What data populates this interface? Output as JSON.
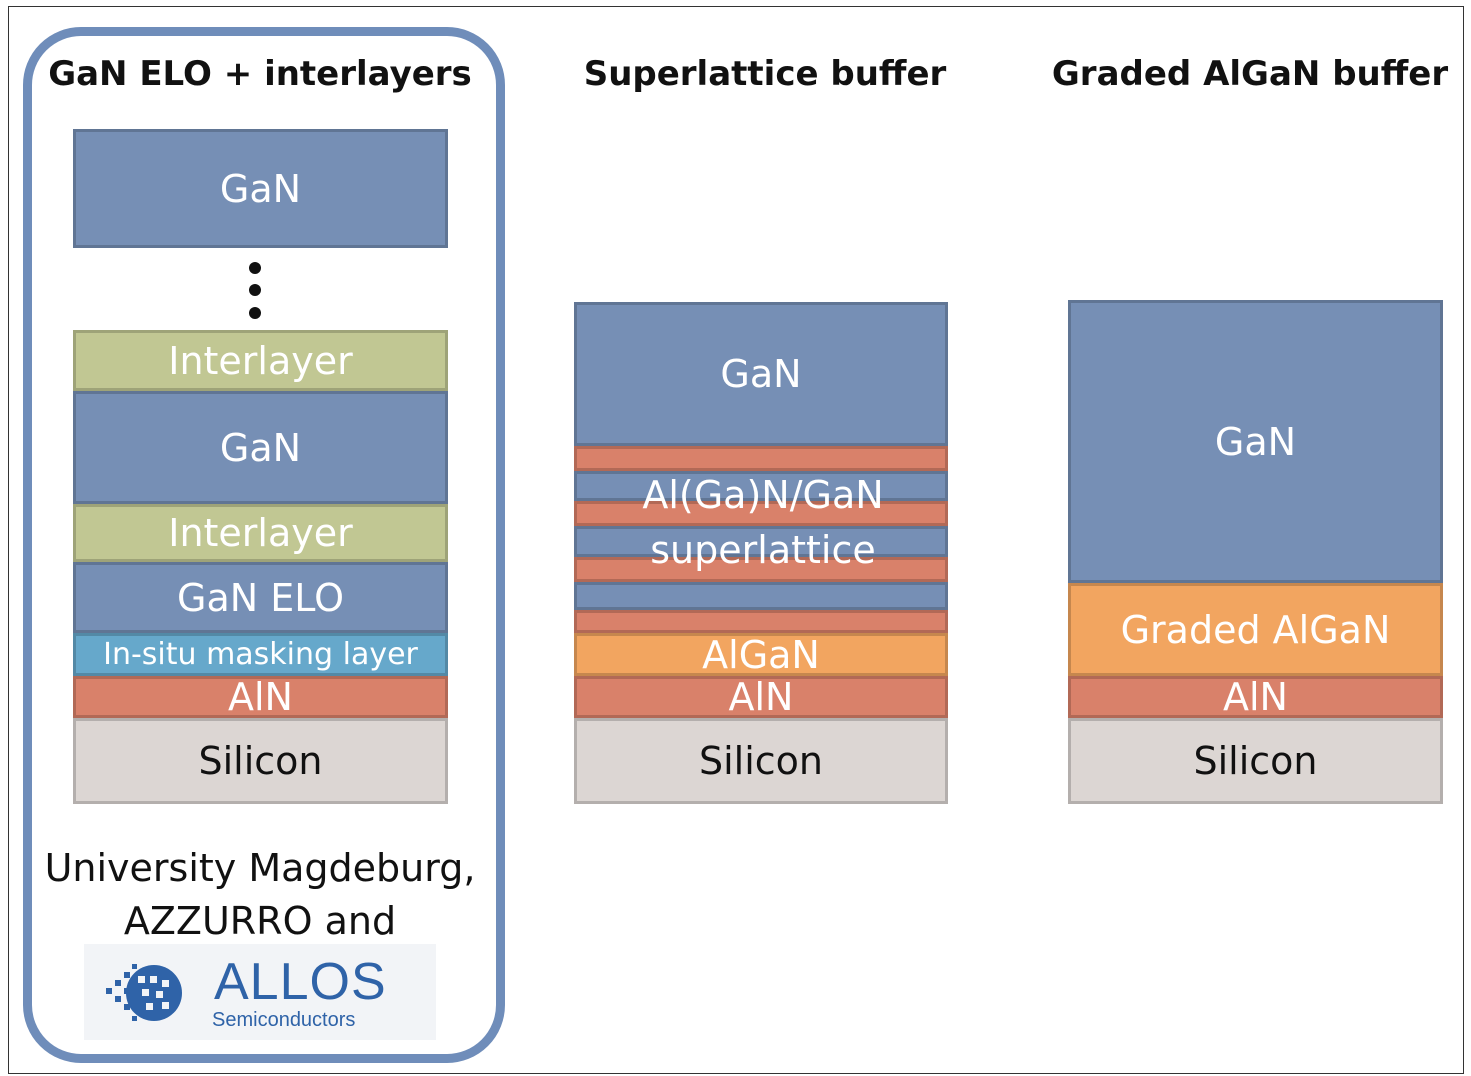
{
  "columns": [
    {
      "title": "GaN ELO + interlayers",
      "layers": {
        "gan_top": "GaN",
        "interlayer_1": "Interlayer",
        "gan_mid": "GaN",
        "interlayer_2": "Interlayer",
        "gan_elo": "GaN ELO",
        "masking": "In-situ masking layer",
        "aln": "AlN",
        "silicon": "Silicon"
      },
      "footer": {
        "line1": "University Magdeburg,",
        "line2": "AZZURRO and"
      },
      "logo": {
        "word": "ALLOS",
        "sub": "Semiconductors"
      }
    },
    {
      "title": "Superlattice buffer",
      "layers": {
        "gan": "GaN",
        "superlattice_line1": "Al(Ga)N/GaN",
        "superlattice_line2": "superlattice",
        "algan": "AlGaN",
        "aln": "AlN",
        "silicon": "Silicon"
      }
    },
    {
      "title": "Graded AlGaN buffer",
      "layers": {
        "gan": "GaN",
        "graded_algan": "Graded AlGaN",
        "aln": "AlN",
        "silicon": "Silicon"
      }
    }
  ],
  "colors": {
    "gan": "#768fb5",
    "aln": "#d9816a",
    "algan": "#f2a560",
    "interlayer": "#c1c793",
    "masking": "#66a8cb",
    "silicon": "#dcd6d3",
    "highlight_border": "#6f8dba",
    "logo_blue": "#2f63a8"
  },
  "icons": {
    "logo_mark": "dotted-sphere-logo-icon",
    "ellipsis": "vertical-ellipsis-icon"
  }
}
